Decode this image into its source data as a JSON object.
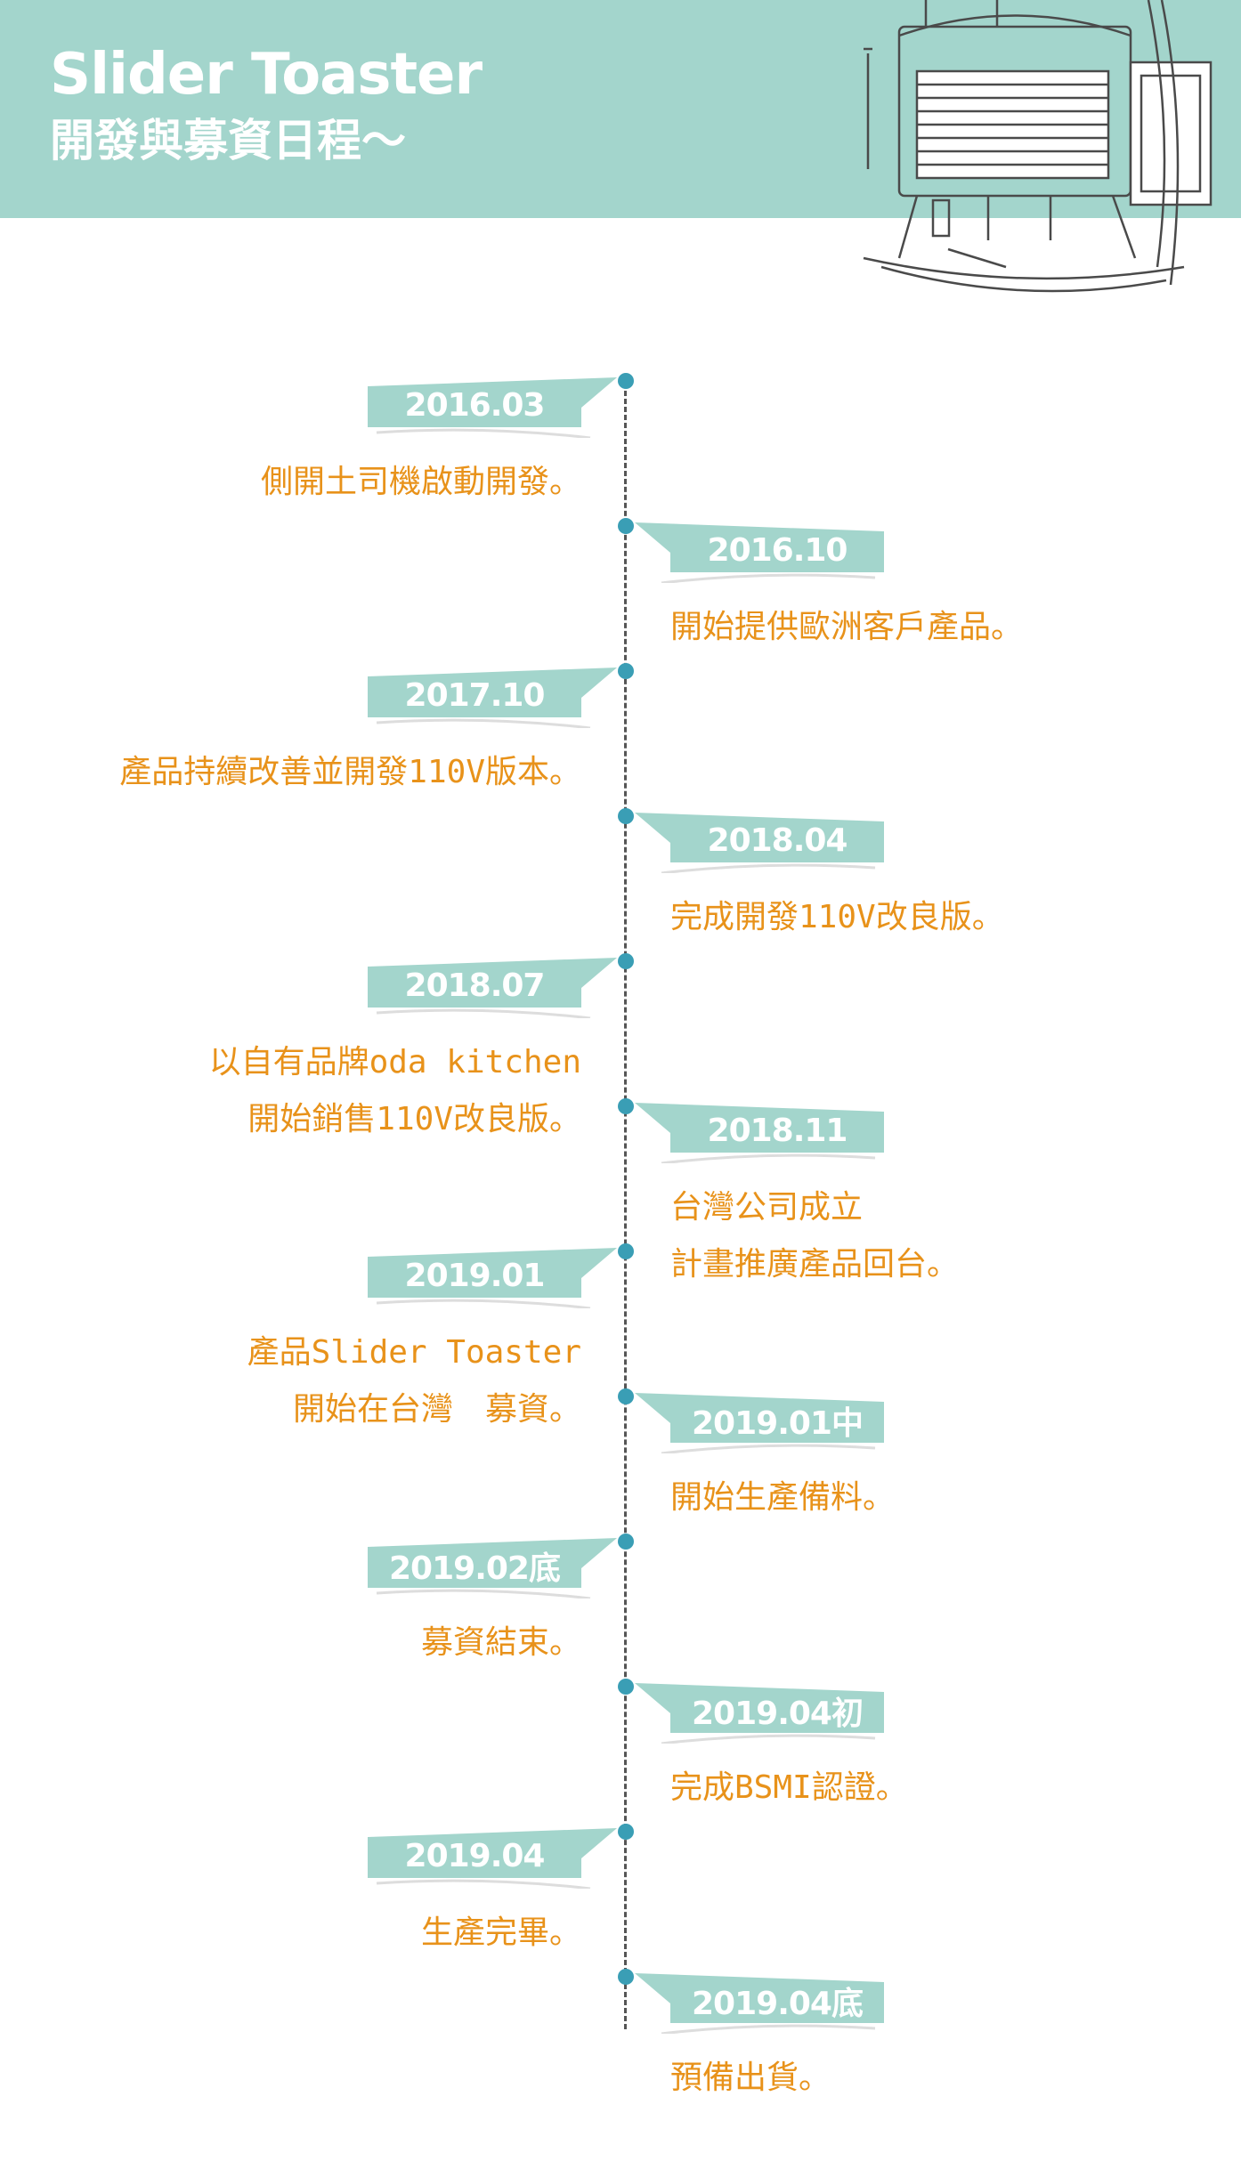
{
  "header": {
    "title_en": "Slider Toaster",
    "title_zh": "開發與募資日程～"
  },
  "colors": {
    "banner": "#a3d5cc",
    "ribbon": "#a3d5cc",
    "dot": "#3a9eb5",
    "description_text": "#e8921a"
  },
  "timeline": [
    {
      "date": "2016.03",
      "lines": [
        "側開土司機啟動開發。"
      ]
    },
    {
      "date": "2016.10",
      "lines": [
        "開始提供歐洲客戶產品。"
      ]
    },
    {
      "date": "2017.10",
      "lines": [
        "產品持續改善並開發110V版本。"
      ]
    },
    {
      "date": "2018.04",
      "lines": [
        "完成開發110V改良版。"
      ]
    },
    {
      "date": "2018.07",
      "lines": [
        "以自有品牌oda kitchen",
        "開始銷售110V改良版。"
      ]
    },
    {
      "date": "2018.11",
      "lines": [
        "台灣公司成立",
        "計畫推廣產品回台。"
      ]
    },
    {
      "date": "2019.01",
      "lines": [
        "產品Slider Toaster",
        "開始在台灣　募資。"
      ]
    },
    {
      "date": "2019.01中",
      "lines": [
        "開始生產備料。"
      ]
    },
    {
      "date": "2019.02底",
      "lines": [
        "募資結束。"
      ]
    },
    {
      "date": "2019.04初",
      "lines": [
        "完成BSMI認證。"
      ]
    },
    {
      "date": "2019.04",
      "lines": [
        "生產完畢。"
      ]
    },
    {
      "date": "2019.04底",
      "lines": [
        "預備出貨。"
      ]
    }
  ]
}
